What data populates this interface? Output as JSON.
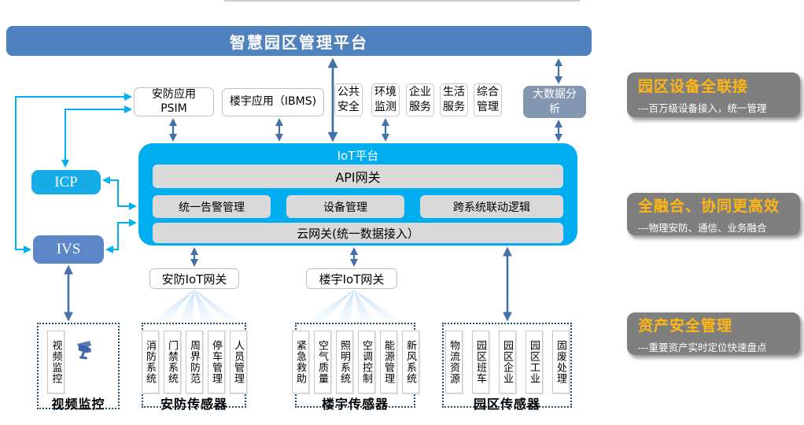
{
  "banner": {
    "title": "智慧园区管理平台"
  },
  "apps": {
    "psim": {
      "line1": "安防应用",
      "line2": "PSIM"
    },
    "ibms": "楼宇应用（IBMS)",
    "services": [
      "公共安全",
      "环境监测",
      "企业服务",
      "生活服务",
      "综合管理"
    ],
    "big_data": "大数据分析"
  },
  "left": {
    "icp": "ICP",
    "ivs": "IVS"
  },
  "platform": {
    "title": "IoT平台",
    "api_gateway": "API网关",
    "modules": [
      "统一告警管理",
      "设备管理",
      "跨系统联动逻辑"
    ],
    "cloud_gateway": "云网关(统一数据接入）"
  },
  "gateways": [
    {
      "label": "安防IoT网关"
    },
    {
      "label": "楼宇IoT网关"
    }
  ],
  "sensor_groups": [
    {
      "title": "视频监控",
      "items": [
        "视频监控"
      ],
      "icon": "camera-icon"
    },
    {
      "title": "安防传感器",
      "items": [
        "消防系统",
        "门禁系统",
        "周界防范",
        "停车管理",
        "人员管理"
      ]
    },
    {
      "title": "楼宇传感器",
      "items": [
        "紧急救助",
        "空气质量",
        "照明系统",
        "空调控制",
        "能源管理",
        "新风系统"
      ]
    },
    {
      "title": "园区传感器",
      "items": [
        "物流资源",
        "园区班车",
        "园区企业",
        "园区工业",
        "固废处理"
      ]
    }
  ],
  "benefits": [
    {
      "title": "园区设备全联接",
      "desc": "---百万级设备接入，统一管理"
    },
    {
      "title": "全融合、协同更高效",
      "desc": "---物理安防、通信、业务融合"
    },
    {
      "title": "资产安全管理",
      "desc": "---重要资产实时定位快速盘点"
    }
  ],
  "colors": {
    "banner_blue": "#4E81BD",
    "platform_cyan": "#00AEEF",
    "arrow_dark_blue": "#4472A8",
    "arrow_cyan": "#00B0F0",
    "ivs_blue": "#5B87C9",
    "icp_cyan": "#16ACE8",
    "big_data_blue": "#8497B0",
    "module_gray": "#D9D9D9",
    "benefit_gray": "#7F7F7F",
    "benefit_orange": "#FFB612",
    "dashed_border_navy": "#1F4E79"
  }
}
